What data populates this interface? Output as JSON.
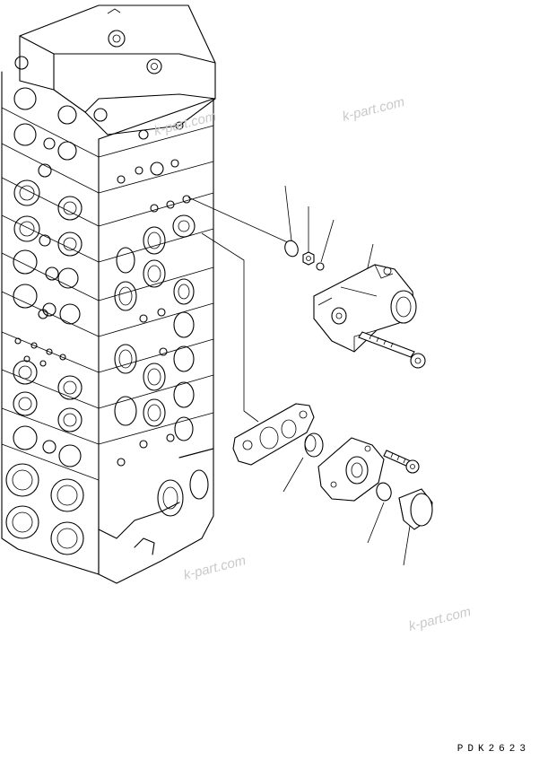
{
  "drawing": {
    "code": "PDK2623",
    "watermarks": [
      "k-part.com",
      "k-part.com",
      "k-part.com",
      "k-part.com"
    ]
  },
  "colors": {
    "line": "#000000",
    "background": "#ffffff",
    "watermark": "#c9c9c9"
  }
}
